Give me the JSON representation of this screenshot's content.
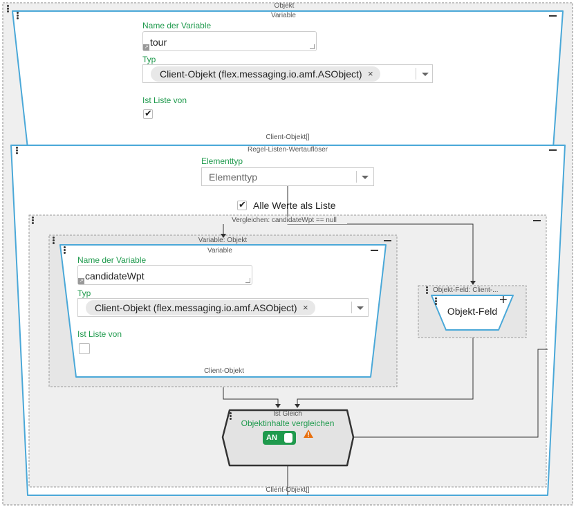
{
  "outer": {
    "title": "Objekt",
    "footer": "Client-Objekt[]"
  },
  "variable_top": {
    "title": "Variable",
    "name_label": "Name der Variable",
    "name_value": "tour",
    "type_label": "Typ",
    "type_value": "Client-Objekt (flex.messaging.io.amf.ASObject)",
    "chip_close": "×",
    "list_label": "Ist Liste von",
    "list_checked": true,
    "footer": "Client-Objekt[]"
  },
  "resolver": {
    "title": "Regel-Listen-Wertauflöser",
    "element_type_label": "Elementtyp",
    "element_type_placeholder": "Elementtyp",
    "all_values_label": "Alle Werte als Liste",
    "all_values_checked": true
  },
  "compare": {
    "title": "Vergleichen: candidateWpt == null"
  },
  "variable_object": {
    "title": "Variable: Objekt"
  },
  "variable_inner": {
    "title": "Variable",
    "name_label": "Name der Variable",
    "name_value": "candidateWpt",
    "type_label": "Typ",
    "type_value": "Client-Objekt (flex.messaging.io.amf.ASObject)",
    "chip_close": "×",
    "list_label": "Ist Liste von",
    "list_checked": false,
    "footer": "Client-Objekt"
  },
  "field_node": {
    "title": "Objekt-Feld: Client-...",
    "label": "Objekt-Feld",
    "plus": "+"
  },
  "equals_node": {
    "title": "Ist Gleich",
    "compare_label": "Objektinhalte vergleichen",
    "toggle_label": "AN",
    "toggle_on": true
  },
  "colors": {
    "accent_blue": "#4aa8d8",
    "green": "#1f9a4d",
    "warning": "#e8700e"
  }
}
